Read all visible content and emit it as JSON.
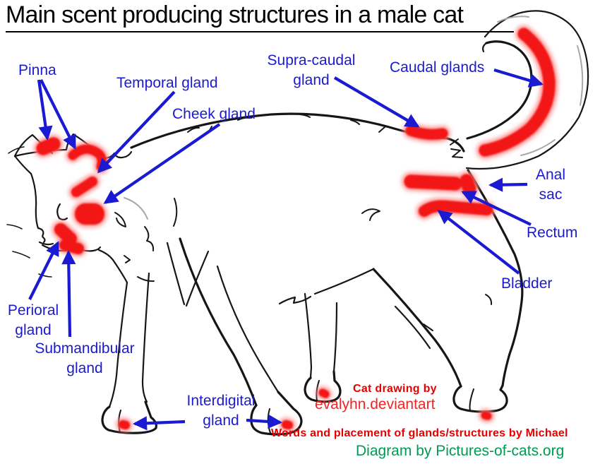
{
  "title": "Main scent producing structures in a male cat",
  "colors": {
    "label_blue": "#1a1ad2",
    "gland_red": "#f21212",
    "credit_red": "#e60000",
    "credit_green": "#009a55",
    "line_art": "#161616"
  },
  "labels": {
    "pinna": "Pinna",
    "temporal": "Temporal gland",
    "cheek": "Cheek gland",
    "supra_caudal": "Supra-caudal\ngland",
    "caudal": "Caudal glands",
    "anal_sac": "Anal\nsac",
    "rectum": "Rectum",
    "bladder": "Bladder",
    "perioral": "Perioral\ngland",
    "submandibular": "Submandibular\ngland",
    "interdigital": "Interdigital\ngland"
  },
  "credits": {
    "drawing_line1": "Cat drawing by",
    "drawing_line2": "evalyhn.deviantart",
    "words": "Words and placement of glands/structures by Michael",
    "diagram": "Diagram by Pictures-of-cats.org"
  }
}
